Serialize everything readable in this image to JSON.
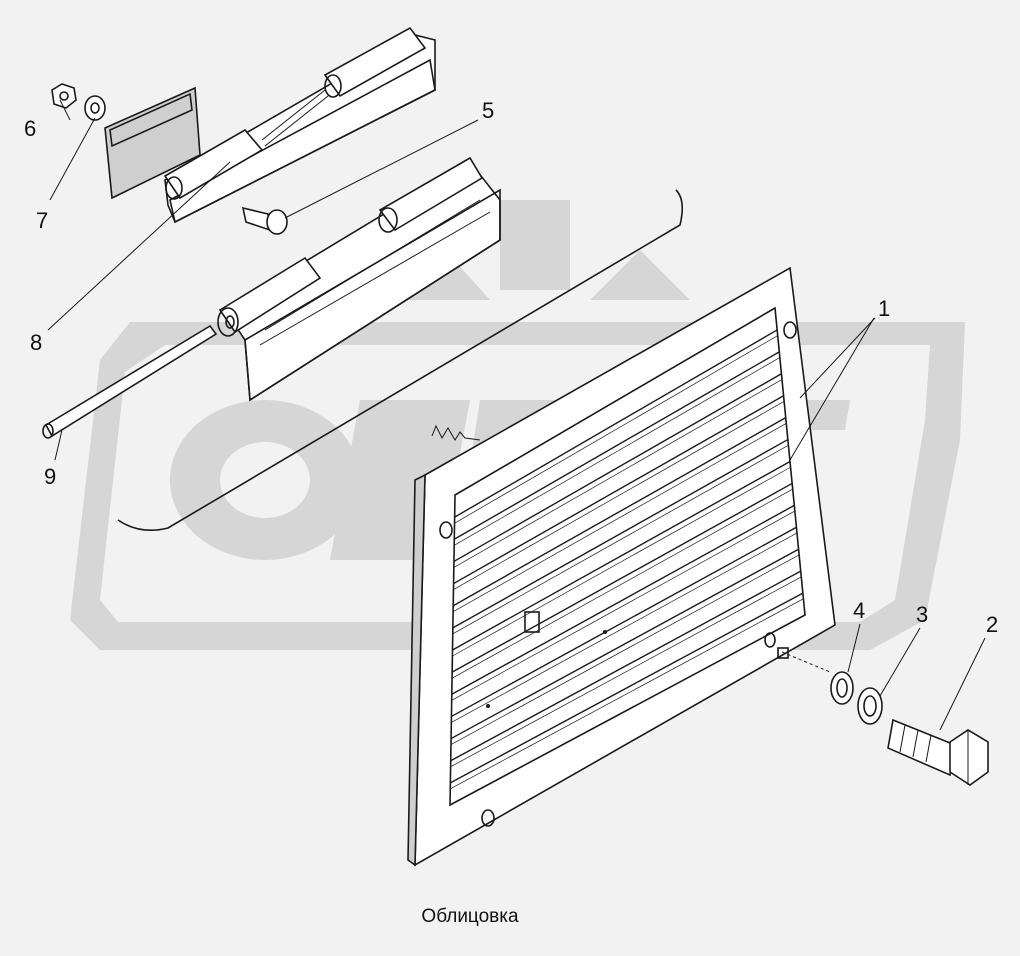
{
  "caption": "Облицовка",
  "callouts": [
    {
      "id": "1",
      "text": "1"
    },
    {
      "id": "2",
      "text": "2"
    },
    {
      "id": "3",
      "text": "3"
    },
    {
      "id": "4",
      "text": "4"
    },
    {
      "id": "5",
      "text": "5"
    },
    {
      "id": "6",
      "text": "6"
    },
    {
      "id": "7",
      "text": "7"
    },
    {
      "id": "8",
      "text": "8"
    },
    {
      "id": "9",
      "text": "9"
    }
  ],
  "colors": {
    "background": "#f2f2f2",
    "watermark": "#d6d6d6",
    "line": "#1a1a1a",
    "part_fill": "#ffffff",
    "shade": "#cfcfcf"
  },
  "icons": [
    "hex-nut-icon",
    "washer-icon",
    "bolt-icon",
    "hinge-icon",
    "pin-icon"
  ]
}
